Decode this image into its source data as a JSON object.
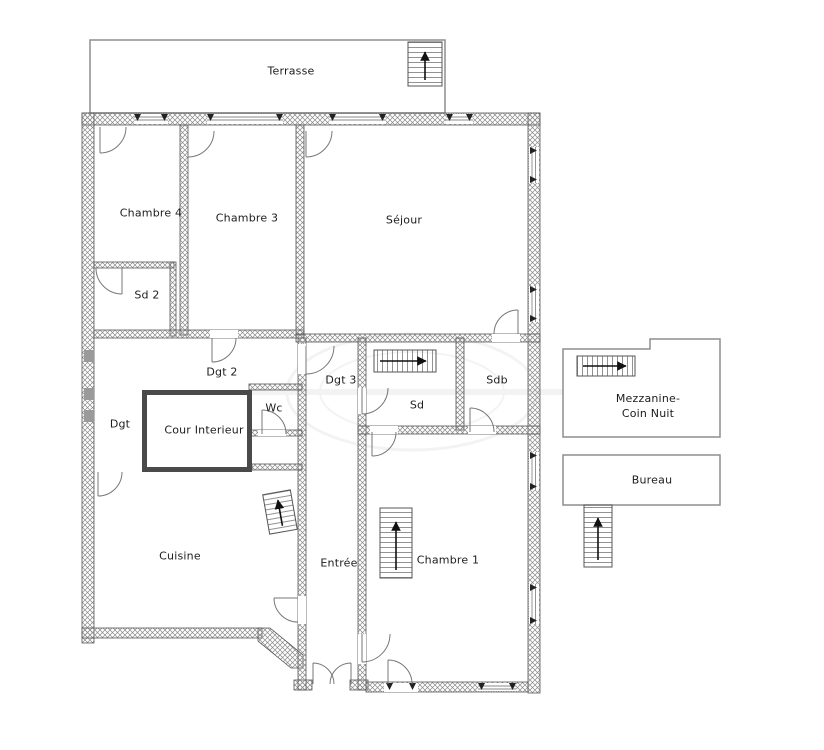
{
  "plan": {
    "rooms": {
      "terrasse": "Terrasse",
      "chambre4": "Chambre 4",
      "chambre3": "Chambre 3",
      "sejour": "Séjour",
      "sd2": "Sd 2",
      "dgt2": "Dgt 2",
      "dgt3": "Dgt 3",
      "sdb": "Sdb",
      "wc": "Wc",
      "sd": "Sd",
      "cour_interieur": "Cour Interieur",
      "dgt": "Dgt",
      "mezzanine_line1": "Mezzanine-",
      "mezzanine_line2": "Coin Nuit",
      "bureau": "Bureau",
      "cuisine": "Cuisine",
      "entree": "Entrée",
      "chambre1": "Chambre 1"
    },
    "icons": {
      "terrasse_stairs": "stairs-up-icon",
      "corridor_stairs": "stairs-right-icon",
      "entree_small_stairs": "stairs-up-icon",
      "chambre1_stairs": "stairs-up-icon",
      "mezzanine_stairs": "stairs-right-icon",
      "bureau_stairs": "stairs-up-icon"
    },
    "colors": {
      "wall_hatch": "#8a8a8a",
      "wall_outline": "#555555",
      "thin_outline": "#8d8d8d",
      "courtyard_wall": "#4a4a4a",
      "door_arc": "#777777",
      "arrow": "#111111",
      "label": "#1c1c1c",
      "background": "#ffffff"
    }
  }
}
